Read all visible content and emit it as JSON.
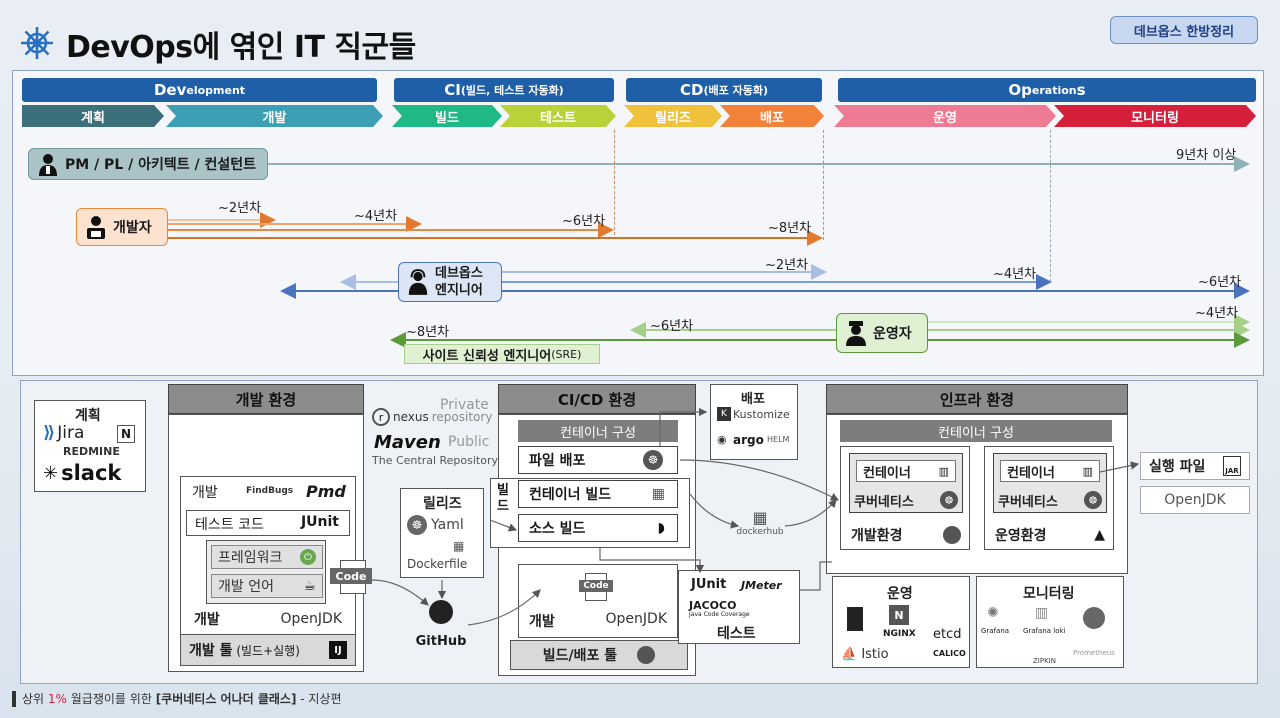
{
  "title": "DevOps에 엮인 IT 직군들",
  "badge": "데브옵스 한방정리",
  "phases": {
    "dev": {
      "big": "Dev",
      "small": "elopment"
    },
    "ci": {
      "big": "CI",
      "small": " (빌드, 테스트 자동화)"
    },
    "cd": {
      "big": "CD",
      "small": " (배포 자동화)"
    },
    "ops": {
      "big1": "Op",
      "small": "eration",
      "big2": "s"
    }
  },
  "stages": [
    "계획",
    "개발",
    "빌드",
    "테스트",
    "릴리즈",
    "배포",
    "운영",
    "모니터링"
  ],
  "colors": {
    "plan": "#3b6f7a",
    "dev": "#3d9fb5",
    "build": "#1fb985",
    "test": "#b9d23a",
    "release": "#f0c23c",
    "deploy": "#f2813a",
    "ops": "#ef7a93",
    "monitor": "#d61f3b"
  },
  "roles": {
    "pm": "PM / PL / 아키텍트 / 컨설턴트",
    "pm_years": "9년차 이상",
    "dev": "개발자",
    "dev_y": [
      "~2년차",
      "~4년차",
      "~6년차",
      "~8년차"
    ],
    "devops_l1": "데브옵스",
    "devops_l2": "엔지니어",
    "devops_y": [
      "~2년차",
      "~4년차",
      "~6년차"
    ],
    "ops": "운영자",
    "ops_y": [
      "~8년차",
      "~6년차",
      "~4년차"
    ],
    "sre": "사이트 신뢰성 엔지니어",
    "sre_tag": " (SRE)"
  },
  "bottom": {
    "plan": {
      "title": "계획",
      "jira": "Jira",
      "redmine": "REDMINE",
      "slack": "slack",
      "n": "N"
    },
    "devenv": {
      "title": "개발 환경",
      "gaebal": "개발",
      "findbugs": "FindBugs",
      "pmd": "Pmd",
      "testcode": "테스트 코드",
      "junit": "JUnit",
      "framework": "프레임워크",
      "lang": "개발 언어",
      "gaebal2": "개발",
      "openjdk": "OpenJDK",
      "tool": "개발 툴",
      "tool_sub": " (빌드+실행)"
    },
    "repo": {
      "private": "Private",
      "nexus": "nexus",
      "nexus_sub": "repository",
      "public": "Public",
      "maven": "Maven",
      "central": "The Central Repository",
      "release": "릴리즈",
      "yaml": "Yaml",
      "dockerfile": "Dockerfile",
      "code": "Code",
      "github": "GitHub"
    },
    "cicd": {
      "title": "CI/CD 환경",
      "container": "컨테이너 구성",
      "file": "파일 배포",
      "build_tag": "빌드",
      "cbuild": "컨테이너 빌드",
      "sbuild": "소스 빌드",
      "gaebal": "개발",
      "openjdk": "OpenJDK",
      "code": "Code",
      "tooltitle": "빌드/배포 툴",
      "junit": "JUnit",
      "jmeter": "JMeter",
      "jacoco": "JACOCO",
      "jacoco_sub": "Java Code Coverage",
      "test": "테스트"
    },
    "deploy": {
      "title": "배포",
      "kustomize": "Kustomize",
      "argo": "argo",
      "helm": "HELM"
    },
    "dockerhub": "dockerhub",
    "infra": {
      "title": "인프라 환경",
      "container": "컨테이너 구성",
      "c1": "컨테이너",
      "k1": "쿠버네티스",
      "env1": "개발환경",
      "c2": "컨테이너",
      "k2": "쿠버네티스",
      "env2": "운영환경",
      "exec": "실행 파일",
      "jar": "JAR",
      "openjdk": "OpenJDK"
    },
    "ops": {
      "title": "운영",
      "nginx": "NGINX",
      "etcd": "etcd",
      "istio": "Istio",
      "calico": "CALICO"
    },
    "mon": {
      "title": "모니터링",
      "grafana": "Grafana",
      "loki": "Grafana loki",
      "zipkin": "ZIPKIN",
      "prometheus": "Prometheus"
    }
  },
  "footer": {
    "pre": "상위 ",
    "pct": "1%",
    "mid": " 월급쟁이를 위한 ",
    "bold": "[쿠버네티스 어나더 클래스]",
    "post": " - 지상편"
  }
}
